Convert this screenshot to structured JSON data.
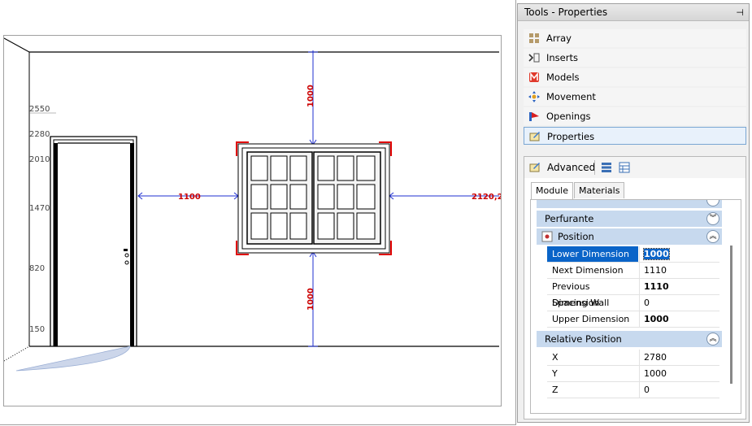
{
  "panel": {
    "title": "Tools - Properties",
    "pin_glyph": "⊣"
  },
  "tools": [
    {
      "label": "Array",
      "icon": "array-icon"
    },
    {
      "label": "Inserts",
      "icon": "inserts-icon"
    },
    {
      "label": "Models",
      "icon": "models-icon"
    },
    {
      "label": "Movement",
      "icon": "movement-icon"
    },
    {
      "label": "Openings",
      "icon": "openings-icon"
    },
    {
      "label": "Properties",
      "icon": "properties-icon",
      "selected": true
    }
  ],
  "advanced": {
    "title": "Advanced",
    "tabs": [
      "Module",
      "Materials"
    ],
    "active_tab": "Module",
    "groups": {
      "perfurante": "Perfurante",
      "position": "Position",
      "relative_position": "Relative Position"
    },
    "position_props": [
      {
        "name": "Lower Dimension",
        "value": "1000",
        "selected": true,
        "bold": true
      },
      {
        "name": "Next Dimension",
        "value": "1110",
        "bold": false
      },
      {
        "name": "Previous Dimension",
        "value": "1110",
        "bold": true
      },
      {
        "name": "Spacing Wall",
        "value": "0",
        "bold": false
      },
      {
        "name": "Upper Dimension",
        "value": "1000",
        "bold": true
      }
    ],
    "relative_props": [
      {
        "name": "X",
        "value": "2780"
      },
      {
        "name": "Y",
        "value": "1000"
      },
      {
        "name": "Z",
        "value": "0"
      }
    ]
  },
  "drawing": {
    "height_marks": [
      "2550",
      "2280",
      "2010",
      "1470",
      "820",
      "150"
    ],
    "dim_top": "1000",
    "dim_bottom": "1000",
    "dim_left": "1100",
    "dim_right": "2120,2"
  },
  "colors": {
    "dimension_red": "#cc0000",
    "dimension_blue": "#1f2fd0",
    "selection_red": "#e00000",
    "group_blue": "#c7d9ee",
    "selected_blue": "#0a64c8"
  }
}
